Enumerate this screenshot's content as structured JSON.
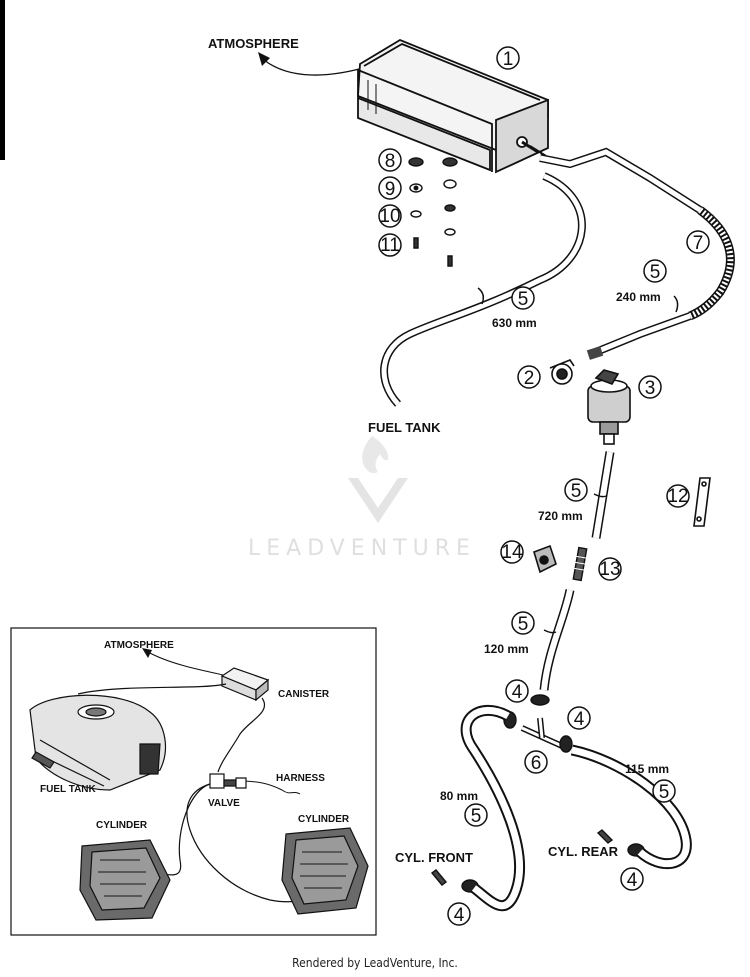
{
  "labels": {
    "atmosphere": "ATMOSPHERE",
    "fuel_tank": "FUEL TANK",
    "cyl_front": "CYL. FRONT",
    "cyl_rear": "CYL. REAR"
  },
  "hose_lengths": {
    "h630": "630 mm",
    "h240": "240 mm",
    "h720": "720 mm",
    "h120": "120 mm",
    "h115": "115 mm",
    "h80": "80 mm"
  },
  "callouts": [
    "1",
    "2",
    "3",
    "4",
    "5",
    "6",
    "7",
    "8",
    "9",
    "10",
    "11",
    "12",
    "13",
    "14"
  ],
  "inset": {
    "atmosphere": "ATMOSPHERE",
    "canister": "CANISTER",
    "harness": "HARNESS",
    "valve": "VALVE",
    "fuel_tank": "FUEL TANK",
    "cylinder_left": "CYLINDER",
    "cylinder_right": "CYLINDER"
  },
  "watermark": "LEADVENTURE",
  "footer": "Rendered by LeadVenture, Inc."
}
